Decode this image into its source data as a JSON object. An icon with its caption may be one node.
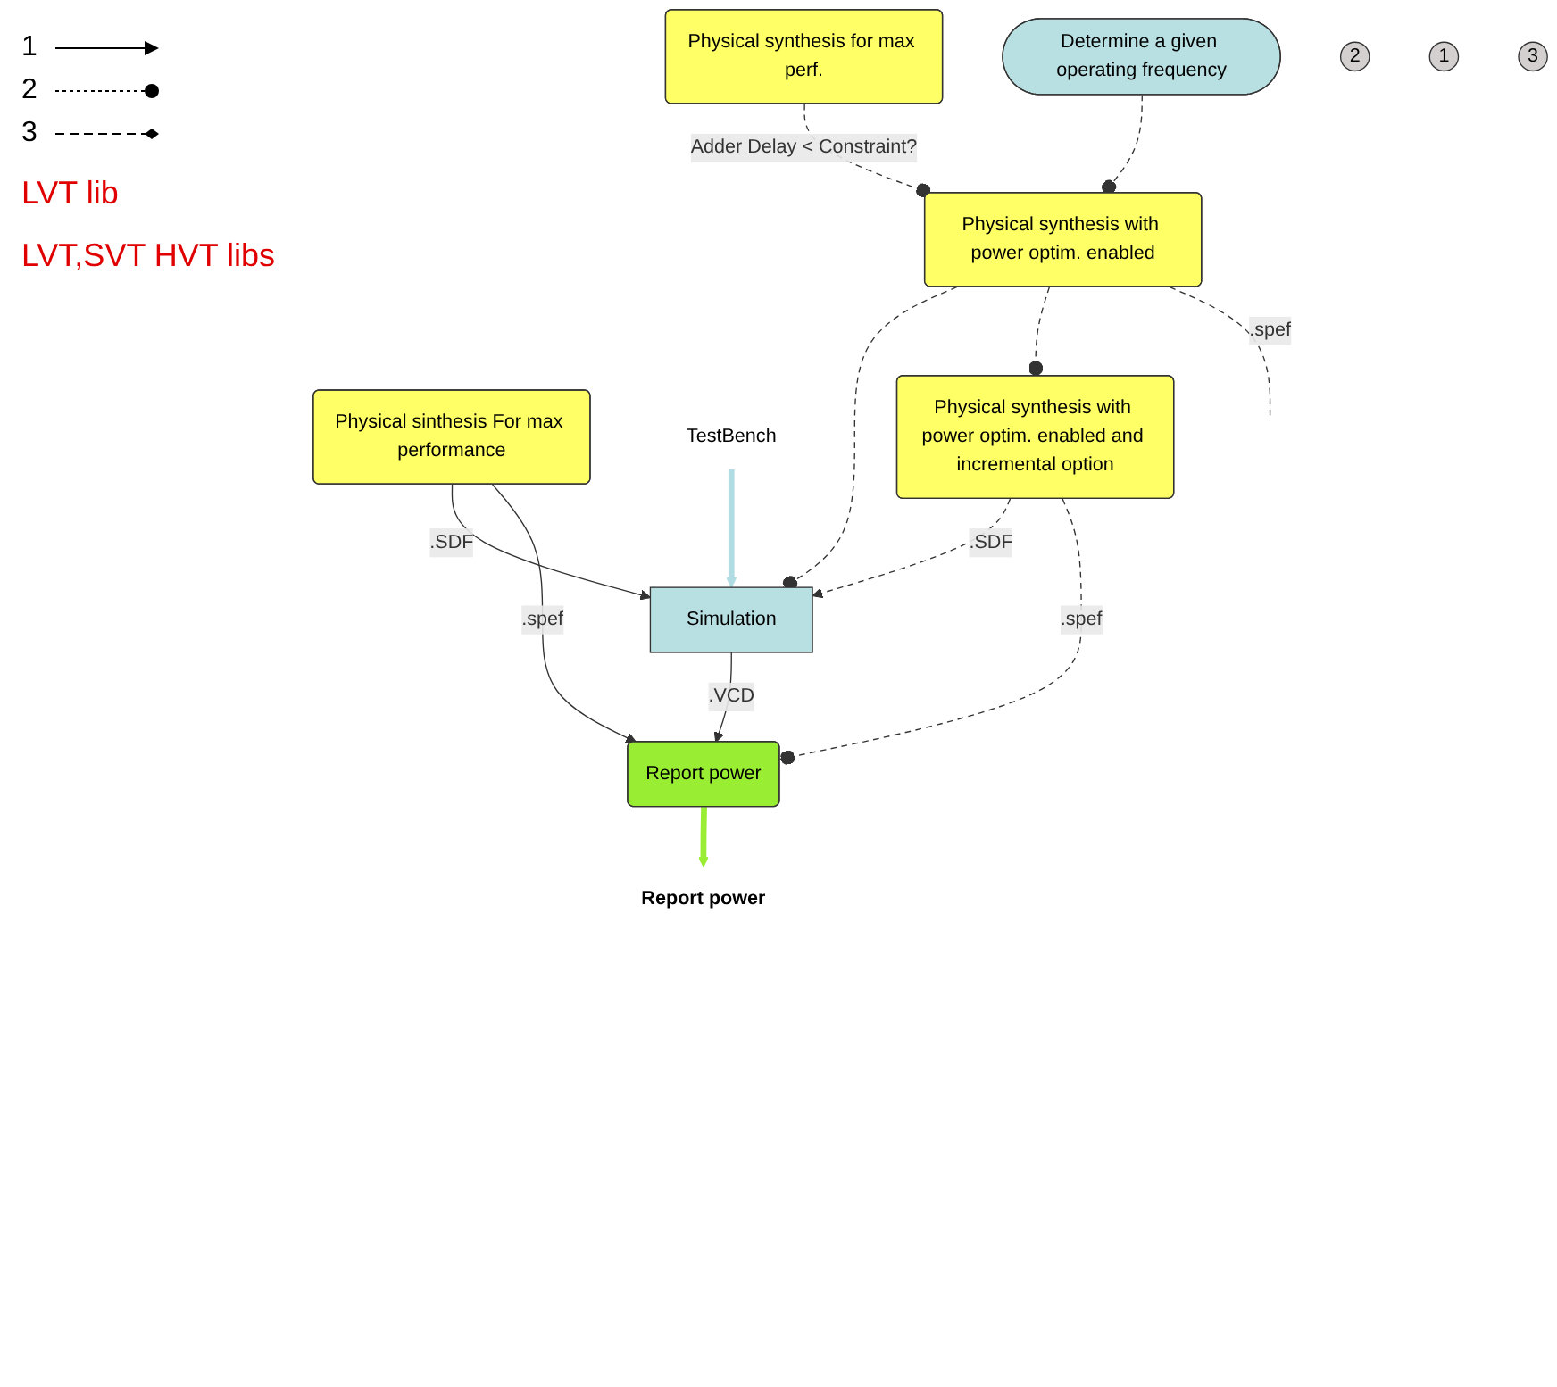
{
  "diagram": {
    "nodes": [
      {
        "text": [
          "Physical synthesis for max perf."
        ]
      },
      {
        "text": [
          "Determine a given operating frequency"
        ]
      },
      {
        "text": [
          "2"
        ]
      },
      {
        "text": [
          "1"
        ]
      },
      {
        "text": [
          "Physical sinthesis For max performance"
        ]
      },
      {
        "text": [
          "Physical synthesis with power optim. enabled"
        ]
      },
      {
        "text": [
          "TestBench"
        ]
      },
      {
        "text": [
          "Simulation"
        ]
      },
      {
        "text": [
          "3"
        ]
      },
      {
        "text": [
          "Physical synthesis with power optim. enabled and incremental option"
        ]
      },
      {
        "text": [
          "Report power"
        ]
      },
      {
        "text": [
          "Report power"
        ]
      }
    ],
    "edges": [
      {
        "from": 0,
        "to": 5,
        "arrow": "other",
        "style": "dashed",
        "label": "Adder Delay < Constraint?"
      },
      {
        "from": 1,
        "to": 5,
        "arrow": "other",
        "style": "dashed"
      },
      {
        "from": 4,
        "to": 7,
        "arrow": "to",
        "label": ".SDF"
      },
      {
        "from": 5,
        "to": 7,
        "arrow": "other",
        "style": "dashed"
      },
      {
        "from": 5,
        "to": 9,
        "arrow": "other",
        "style": "dashed"
      },
      {
        "from": 9,
        "to": 7,
        "arrow": "to",
        "style": "dashed",
        "label": ".SDF"
      },
      {
        "from": 6,
        "to": 7,
        "arrow": "to",
        "style": "thick",
        "color": "#b0dde4"
      },
      {
        "from": 7,
        "to": 10,
        "arrow": "to",
        "label": ".VCD"
      },
      {
        "from": 4,
        "to": 10,
        "arrow": "to",
        "label": ".spef"
      },
      {
        "from": 5,
        "to": null,
        "arrow": "none",
        "style": "dashed",
        "label": ".spef"
      },
      {
        "from": 9,
        "to": 10,
        "arrow": "other",
        "style": "dashed",
        "label": ".spef"
      },
      {
        "from": 10,
        "to": 11,
        "arrow": "to",
        "style": "thick",
        "color": "#99ee33"
      }
    ],
    "labels": [
      "LVT lib",
      "LVT,SVT HVT libs"
    ],
    "legend": [
      {
        "text": "1"
      },
      {
        "text": "2"
      },
      {
        "text": "3"
      }
    ]
  }
}
